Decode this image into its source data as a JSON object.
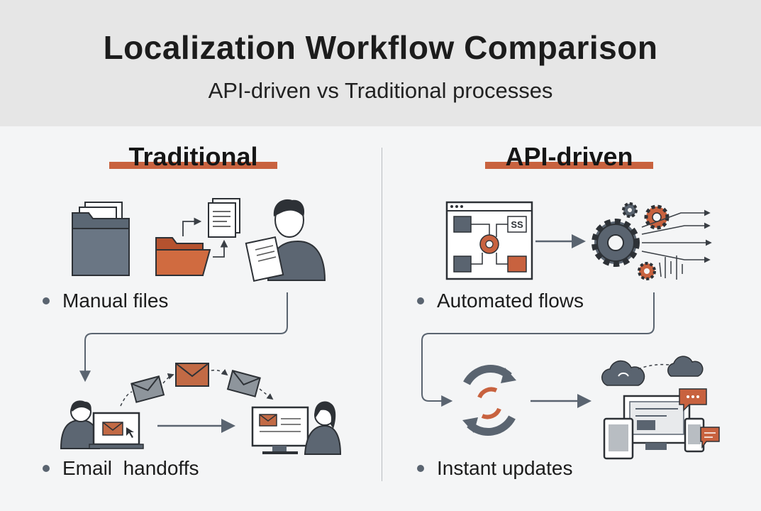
{
  "header": {
    "title": "Localization Workflow Comparison",
    "subtitle": "API-driven vs Traditional processes"
  },
  "traditional": {
    "heading": "Traditional",
    "items": [
      "Manual files",
      "Email  handoffs"
    ]
  },
  "api": {
    "heading": "API-driven",
    "items": [
      "Automated flows",
      "Instant updates"
    ],
    "app_tile_label": "SS"
  },
  "colors": {
    "accent": "#c8623f",
    "slate": "#5a6470",
    "header_bg": "#e6e6e6",
    "page_bg": "#f4f5f6"
  },
  "icons": [
    "document-icon",
    "folder-icon",
    "person-reading-icon",
    "email-icon",
    "laptop-icon",
    "monitor-icon",
    "app-integration-icon",
    "gear-icon",
    "sync-icon",
    "cloud-icon",
    "devices-icon",
    "chat-bubble-icon"
  ]
}
